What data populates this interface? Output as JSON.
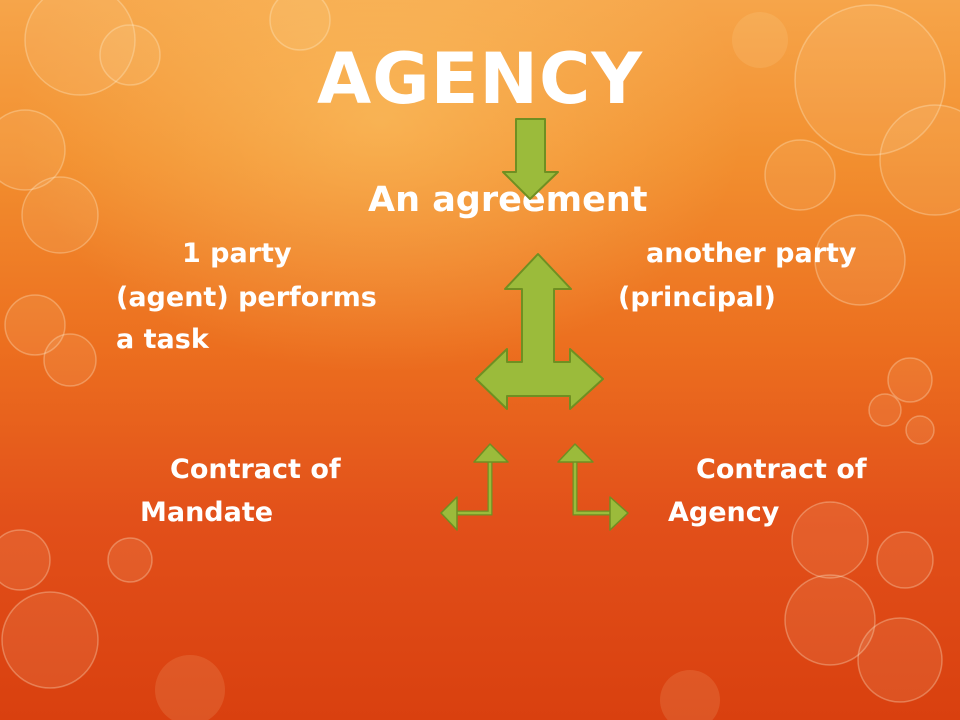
{
  "slide": {
    "title": "AGENCY",
    "subtitle": "An agreement",
    "left_party": {
      "line1": "1 party",
      "line2": "(agent) performs",
      "line3": "a task"
    },
    "right_party": {
      "line1": "another party",
      "line2": "(principal)"
    },
    "left_result": {
      "line1": "Contract of",
      "line2": "Mandate"
    },
    "right_result": {
      "line1": "Contract of",
      "line2": "Agency"
    }
  },
  "colors": {
    "arrow_fill": "#9bbb3b",
    "arrow_stroke": "#6f8f22",
    "text": "#ffffff",
    "background_top": "#f6a54a",
    "background_bottom": "#d9400f"
  },
  "icons": {
    "down_arrow": "down-arrow-icon",
    "three_way_arrow": "three-way-arrow-icon",
    "left_bent_arrow": "bent-arrow-left-icon",
    "right_bent_arrow": "bent-arrow-right-icon"
  }
}
